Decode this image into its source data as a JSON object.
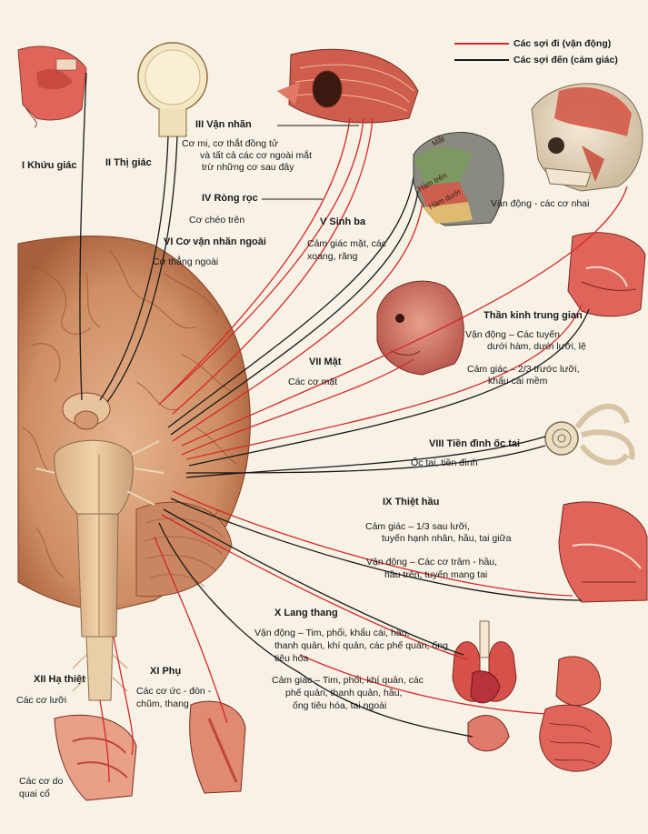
{
  "legend": {
    "motor": "Các sợi đi (vận động)",
    "sensory": "Các sợi đến (cảm giác)"
  },
  "colors": {
    "motor_line": "#d42a2a",
    "sensory_line": "#1a1a1a",
    "brain_base": "#d9a07a",
    "brain_dark": "#b8704a",
    "tissue_red": "#e0645a",
    "background": "#f7f1e6"
  },
  "nerves": {
    "n1": {
      "title": "I Khứu giác"
    },
    "n2": {
      "title": "II Thị giác"
    },
    "n3": {
      "title": "III Vận nhãn",
      "desc": [
        "Cơ mi, cơ thắt đồng tử",
        "và tất cả các cơ ngoài mắt",
        "trừ những cơ sau đây"
      ]
    },
    "n4": {
      "title": "IV Ròng rọc",
      "desc": [
        "Cơ chéo trên"
      ]
    },
    "n5": {
      "title": "V Sinh ba",
      "desc": [
        "Cảm giác mặt, các",
        "xoang, răng"
      ],
      "motor": "Vận động - các cơ nhai",
      "regions": [
        "Mắt",
        "Hàm trên",
        "Hàm dưới"
      ]
    },
    "n6": {
      "title": "VI Cơ vận nhãn ngoài",
      "desc": [
        "Cơ thẳng ngoài"
      ]
    },
    "n7": {
      "title": "VII Mặt",
      "desc": [
        "Các cơ mặt"
      ]
    },
    "nI": {
      "title": "Thần kinh trung gian",
      "motor": [
        "Vận động – Các tuyến",
        "dưới hàm, dưới lưỡi, lệ"
      ],
      "sensory": [
        "Cảm giác – 2/3 trước lưỡi,",
        "khẩu cái mềm"
      ]
    },
    "n8": {
      "title": "VIII Tiền đình ốc tai",
      "desc": [
        "Ốc tai, tiền đình"
      ]
    },
    "n9": {
      "title": "IX Thiệt hầu",
      "sensory": [
        "Cảm giác – 1/3 sau lưỡi,",
        "tuyến hạnh nhân, hầu, tai giữa"
      ],
      "motor": [
        "Vận động – Các cơ trâm - hầu,",
        "hầu trên, tuyến mang tai"
      ]
    },
    "n10": {
      "title": "X Lang thang",
      "motor": [
        "Vận động – Tim, phổi, khẩu cái, hầu,",
        "thanh quản, khí quản, các phế quản, ống",
        "tiêu hóa"
      ],
      "sensory": [
        "Cảm giác – Tim, phổi, khí quản, các",
        "phế quản, thanh quản, hầu,",
        "ống tiêu hóa, tai ngoài"
      ]
    },
    "n11": {
      "title": "XI Phụ",
      "desc": [
        "Các cơ ức - đòn -",
        "chũm, thang"
      ]
    },
    "n12": {
      "title": "XII Hạ thiệt",
      "desc": [
        "Các cơ lưỡi"
      ],
      "extra": [
        "Các cơ do",
        "quai cổ"
      ]
    }
  }
}
